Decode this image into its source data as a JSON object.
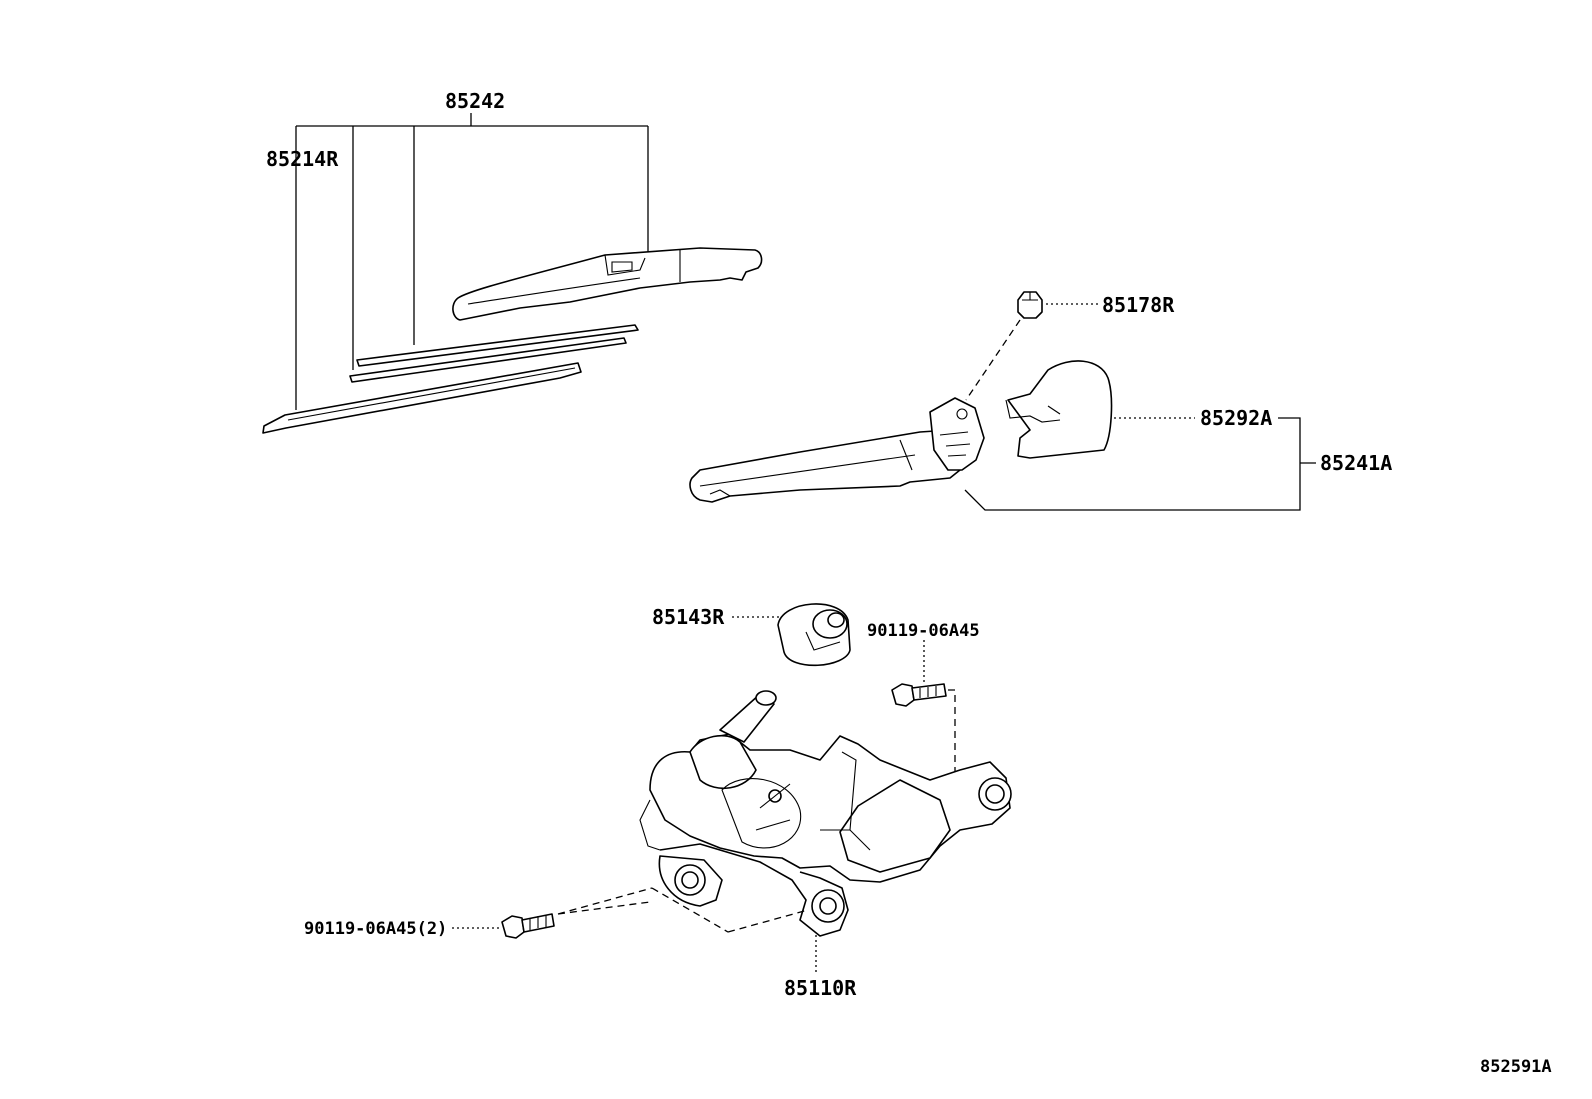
{
  "labels": {
    "l85242": "85242",
    "l85214R": "85214R",
    "l85178R": "85178R",
    "l85292A": "85292A",
    "l85241A": "85241A",
    "l85143R": "85143R",
    "l90119a": "90119-06A45",
    "l90119b": "90119-06A45(2)",
    "l85110R": "85110R",
    "ref": "852591A"
  }
}
